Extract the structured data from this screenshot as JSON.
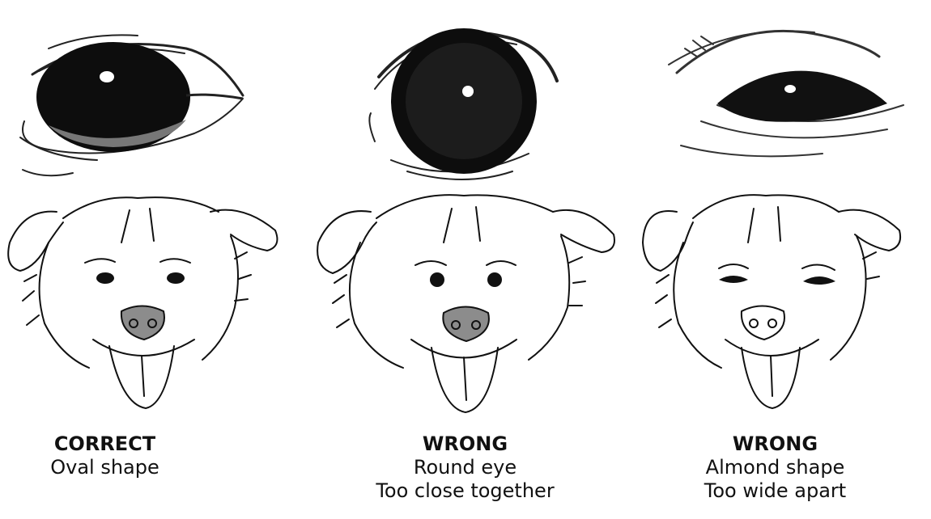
{
  "panels": [
    {
      "verdict": "CORRECT",
      "lines": [
        "Oval shape"
      ]
    },
    {
      "verdict": "WRONG",
      "lines": [
        "Round eye",
        "Too close together"
      ]
    },
    {
      "verdict": "WRONG",
      "lines": [
        "Almond shape",
        "Too wide apart"
      ]
    }
  ],
  "colors": {
    "ink": "#111111",
    "nose_fill": "#8c8c8c",
    "paper": "#ffffff"
  }
}
